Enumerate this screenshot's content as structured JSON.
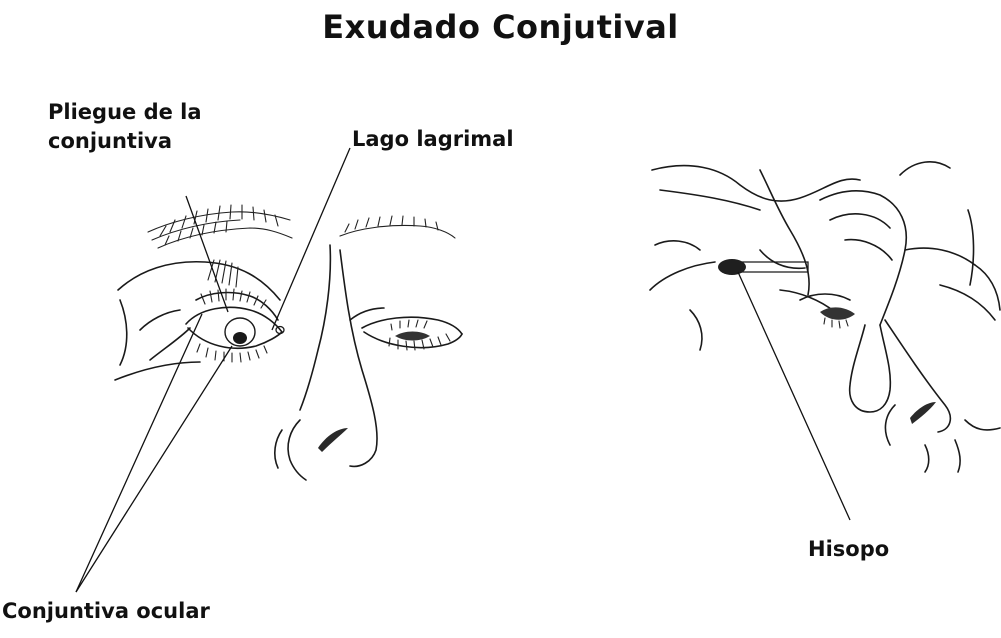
{
  "title": "Exudado Conjutival",
  "labels": {
    "pliegue_line1": "Pliegue de la",
    "pliegue_line2": "conjuntiva",
    "lago": "Lago lagrimal",
    "conjuntiva_ocular": "Conjuntiva ocular",
    "hisopo": "Hisopo"
  },
  "colors": {
    "ink": "#1a1a1a",
    "background": "#ffffff"
  }
}
